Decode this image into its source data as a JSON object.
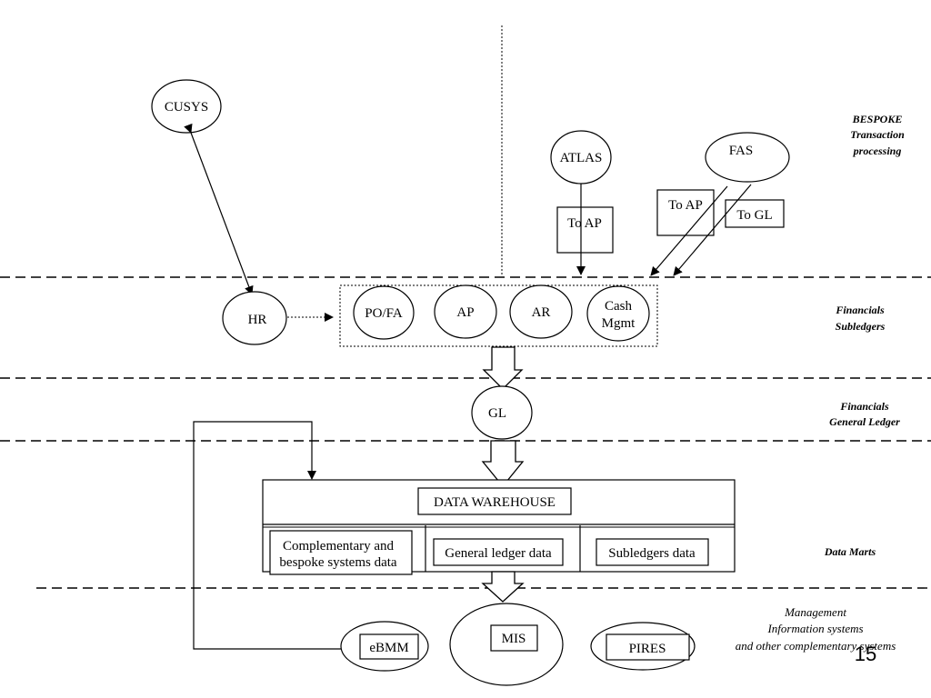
{
  "zones": {
    "bespoke": [
      "BESPOKE",
      "Transaction",
      "processing"
    ],
    "subledgers": [
      "Financials",
      "Subledgers"
    ],
    "general_ledger": [
      "Financials",
      "General Ledger"
    ],
    "data_marts": [
      "Data Marts"
    ],
    "management": [
      "Management",
      "Information systems",
      "and other complementary systems"
    ]
  },
  "nodes": {
    "cusys": "CUSYS",
    "atlas": "ATLAS",
    "fas": "FAS",
    "hr": "HR",
    "pofa": "PO/FA",
    "ap": "AP",
    "ar": "AR",
    "cash": [
      "Cash",
      "Mgmt"
    ],
    "gl": "GL",
    "ebmm": "eBMM",
    "mis": "MIS",
    "pires": "PIRES"
  },
  "labels": {
    "atlas_to_ap": "To AP",
    "fas_to_ap": "To AP",
    "fas_to_gl": "To GL"
  },
  "warehouse": {
    "title": "DATA WAREHOUSE",
    "complementary": [
      "Complementary and",
      "bespoke systems data"
    ],
    "general_ledger": "General ledger data",
    "subledgers": "Subledgers data"
  },
  "page_number": "15"
}
